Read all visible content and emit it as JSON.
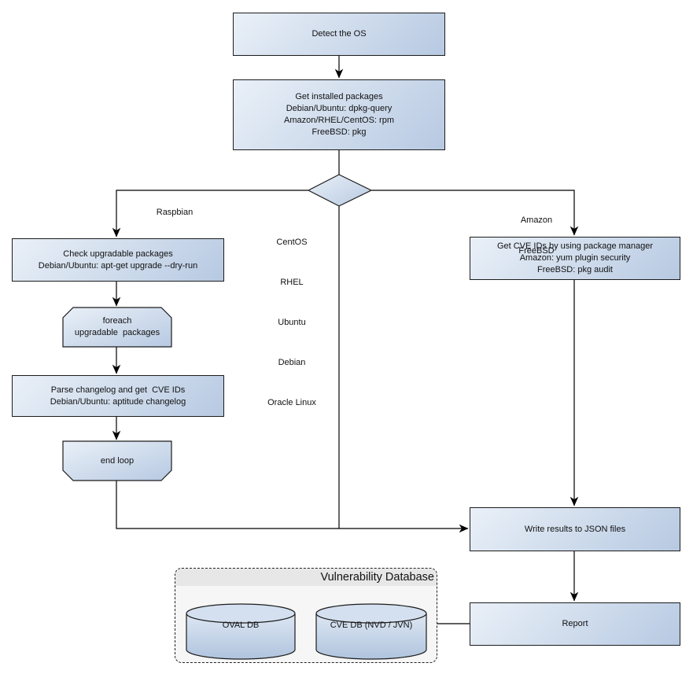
{
  "nodes": {
    "detect_os": {
      "lines": [
        "Detect the OS"
      ]
    },
    "get_installed_packages": {
      "lines": [
        "Get installed packages",
        "Debian/Ubuntu: dpkg-query",
        "Amazon/RHEL/CentOS: rpm",
        "FreeBSD: pkg"
      ]
    },
    "os_decision": {
      "lines": []
    },
    "check_upgradable_packages": {
      "lines": [
        "Check upgradable packages",
        "Debian/Ubuntu: apt-get upgrade --dry-run"
      ]
    },
    "foreach_loop": {
      "lines": [
        "foreach",
        "upgradable  packages"
      ]
    },
    "parse_changelog": {
      "lines": [
        "Parse changelog and get  CVE IDs",
        "Debian/Ubuntu: aptitude changelog"
      ]
    },
    "end_loop": {
      "lines": [
        "end loop"
      ]
    },
    "get_cve_ids_package_manager": {
      "lines": [
        "Get CVE IDs by using package manager",
        "Amazon: yum plugin security",
        "FreeBSD: pkg audit"
      ]
    },
    "write_results": {
      "lines": [
        "Write results to JSON files"
      ]
    },
    "report": {
      "lines": [
        "Report"
      ]
    }
  },
  "edge_labels": {
    "raspbian": "Raspbian",
    "middle_os": [
      "CentOS",
      "RHEL",
      "Ubuntu",
      "Debian",
      "Oracle Linux"
    ],
    "amazon_freebsd": [
      "Amazon",
      "FreeBSD"
    ]
  },
  "vulnerability_database": {
    "title": "Vulnerability Database",
    "databases": [
      "OVAL DB",
      "CVE DB (NVD / JVN)"
    ]
  },
  "colors": {
    "node_fill_light": "#eaf0f8",
    "node_fill_dark": "#b7c9e2",
    "node_border": "#1c1c1c",
    "connector": "#000000",
    "container_bg": "#f6f6f6",
    "container_header_bg": "#e7e7e7",
    "container_border": "#222222"
  }
}
